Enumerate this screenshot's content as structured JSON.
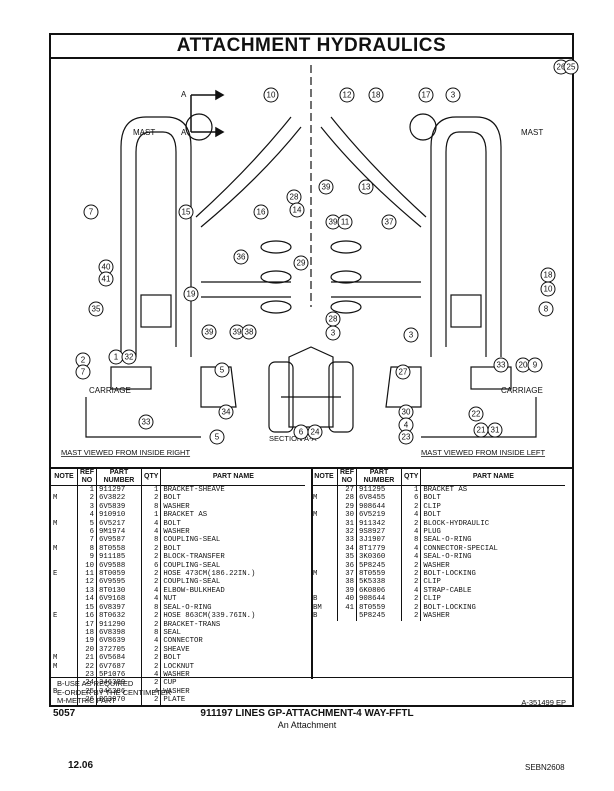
{
  "title": "ATTACHMENT HYDRAULICS",
  "diagram": {
    "labels": {
      "mast_left": "MAST",
      "mast_right": "MAST",
      "carriage_left": "CARRIAGE",
      "carriage_right": "CARRIAGE",
      "section_a": "A",
      "section_a2": "A",
      "section_caption": "SECTION A-A",
      "view_left": "MAST VIEWED FROM INSIDE RIGHT",
      "view_right": "MAST VIEWED FROM INSIDE LEFT"
    },
    "callouts": [
      "10",
      "12",
      "18",
      "17",
      "3",
      "28",
      "14",
      "15",
      "16",
      "39",
      "13",
      "7",
      "39",
      "11",
      "37",
      "36",
      "29",
      "40",
      "41",
      "18",
      "10",
      "19",
      "35",
      "8",
      "39",
      "39",
      "38",
      "28",
      "3",
      "3",
      "2",
      "1",
      "32",
      "5",
      "7",
      "27",
      "33",
      "20",
      "9",
      "33",
      "34",
      "30",
      "4",
      "23",
      "22",
      "21",
      "31",
      "5",
      "6",
      "24",
      "26",
      "25"
    ]
  },
  "table": {
    "headers": {
      "note": "NOTE",
      "ref": "REF NO",
      "part_number": "PART NUMBER",
      "qty": "QTY",
      "part_name": "PART NAME"
    },
    "left_rows": [
      {
        "note": "",
        "ref": "1",
        "part": "911297",
        "qty": "1",
        "name": "BRACKET-SHEAVE"
      },
      {
        "note": "M",
        "ref": "2",
        "part": "6V3822",
        "qty": "2",
        "name": "BOLT"
      },
      {
        "note": "",
        "ref": "3",
        "part": "6V5839",
        "qty": "8",
        "name": "WASHER"
      },
      {
        "note": "",
        "ref": "4",
        "part": "910910",
        "qty": "1",
        "name": "BRACKET AS"
      },
      {
        "note": "M",
        "ref": "5",
        "part": "6V5217",
        "qty": "4",
        "name": "BOLT"
      },
      {
        "note": "",
        "ref": "6",
        "part": "9M1974",
        "qty": "4",
        "name": "WASHER"
      },
      {
        "note": "",
        "ref": "7",
        "part": "6V9587",
        "qty": "8",
        "name": "COUPLING-SEAL"
      },
      {
        "note": "M",
        "ref": "8",
        "part": "8T0558",
        "qty": "2",
        "name": "BOLT"
      },
      {
        "note": "",
        "ref": "9",
        "part": "911185",
        "qty": "2",
        "name": "BLOCK-TRANSFER"
      },
      {
        "note": "",
        "ref": "10",
        "part": "6V9588",
        "qty": "6",
        "name": "COUPLING-SEAL"
      },
      {
        "note": "E",
        "ref": "11",
        "part": "8T0059",
        "qty": "2",
        "name": "HOSE 473CM(186.22IN.)"
      },
      {
        "note": "",
        "ref": "12",
        "part": "6V9595",
        "qty": "2",
        "name": "COUPLING-SEAL"
      },
      {
        "note": "",
        "ref": "13",
        "part": "8T0130",
        "qty": "4",
        "name": "ELBOW-BULKHEAD"
      },
      {
        "note": "",
        "ref": "14",
        "part": "6V9168",
        "qty": "4",
        "name": "NUT"
      },
      {
        "note": "",
        "ref": "15",
        "part": "6V8397",
        "qty": "8",
        "name": "SEAL-O-RING"
      },
      {
        "note": "E",
        "ref": "16",
        "part": "8T0632",
        "qty": "2",
        "name": "HOSE 863CM(339.76IN.)"
      },
      {
        "note": "",
        "ref": "17",
        "part": "911290",
        "qty": "2",
        "name": "BRACKET-TRANS"
      },
      {
        "note": "",
        "ref": "18",
        "part": "6V8398",
        "qty": "8",
        "name": "SEAL"
      },
      {
        "note": "",
        "ref": "19",
        "part": "6V8639",
        "qty": "4",
        "name": "CONNECTOR"
      },
      {
        "note": "",
        "ref": "20",
        "part": "372705",
        "qty": "2",
        "name": "SHEAVE"
      },
      {
        "note": "M",
        "ref": "21",
        "part": "6V5684",
        "qty": "2",
        "name": "BOLT"
      },
      {
        "note": "M",
        "ref": "22",
        "part": "6V7687",
        "qty": "2",
        "name": "LOCKNUT"
      },
      {
        "note": "",
        "ref": "23",
        "part": "5P1076",
        "qty": "4",
        "name": "WASHER"
      },
      {
        "note": "",
        "ref": "24",
        "part": "346389",
        "qty": "2",
        "name": "CUP"
      },
      {
        "note": "B",
        "ref": "25",
        "part": "346386",
        "qty": "4",
        "name": "WASHER"
      },
      {
        "note": "",
        "ref": "26",
        "part": "8G3970",
        "qty": "2",
        "name": "PLATE"
      }
    ],
    "right_rows": [
      {
        "note": "",
        "ref": "27",
        "part": "911295",
        "qty": "1",
        "name": "BRACKET AS"
      },
      {
        "note": "M",
        "ref": "28",
        "part": "6V8455",
        "qty": "6",
        "name": "BOLT"
      },
      {
        "note": "",
        "ref": "29",
        "part": "908644",
        "qty": "2",
        "name": "CLIP"
      },
      {
        "note": "M",
        "ref": "30",
        "part": "6V5219",
        "qty": "4",
        "name": "BOLT"
      },
      {
        "note": "",
        "ref": "31",
        "part": "911342",
        "qty": "2",
        "name": "BLOCK-HYDRAULIC"
      },
      {
        "note": "",
        "ref": "32",
        "part": "9S8927",
        "qty": "4",
        "name": "PLUG"
      },
      {
        "note": "",
        "ref": "33",
        "part": "3J1907",
        "qty": "8",
        "name": "SEAL-O-RING"
      },
      {
        "note": "",
        "ref": "34",
        "part": "8T1779",
        "qty": "4",
        "name": "CONNECTOR-SPECIAL"
      },
      {
        "note": "",
        "ref": "35",
        "part": "3K0360",
        "qty": "4",
        "name": "SEAL-O-RING"
      },
      {
        "note": "",
        "ref": "36",
        "part": "5P8245",
        "qty": "2",
        "name": "WASHER"
      },
      {
        "note": "M",
        "ref": "37",
        "part": "8T0559",
        "qty": "2",
        "name": "BOLT-LOCKING"
      },
      {
        "note": "",
        "ref": "38",
        "part": "5K5338",
        "qty": "2",
        "name": "CLIP"
      },
      {
        "note": "",
        "ref": "39",
        "part": "6K0806",
        "qty": "4",
        "name": "STRAP-CABLE"
      },
      {
        "note": "B",
        "ref": "40",
        "part": "908644",
        "qty": "2",
        "name": "CLIP"
      },
      {
        "note": "BM",
        "ref": "41",
        "part": "8T0559",
        "qty": "2",
        "name": "BOLT-LOCKING"
      },
      {
        "note": "B",
        "ref": "",
        "part": "5P8245",
        "qty": "2",
        "name": "WASHER"
      }
    ]
  },
  "notes": [
    "B-USE AS REQUIRED",
    "E-ORDER BY THE CENTIMETER",
    "M-METRIC PART"
  ],
  "drawing_ref": "A-351499 EP",
  "footer": {
    "page_code": "5057",
    "title": "911197 LINES GP-ATTACHMENT-4 WAY-FFTL",
    "subtitle": "An Attachment",
    "page_number": "12.06",
    "doc_code": "SEBN2608"
  }
}
